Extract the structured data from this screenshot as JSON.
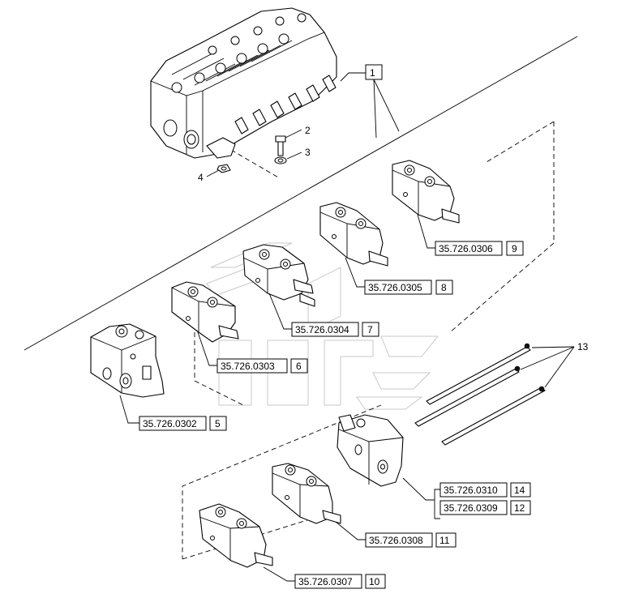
{
  "callouts": {
    "item_1": "1",
    "item_2": "2",
    "item_3": "3",
    "item_4": "4",
    "item_13": "13"
  },
  "references": [
    {
      "id": "ref-5",
      "code": "35.726.0302",
      "item": "5"
    },
    {
      "id": "ref-6",
      "code": "35.726.0303",
      "item": "6"
    },
    {
      "id": "ref-7",
      "code": "35.726.0304",
      "item": "7"
    },
    {
      "id": "ref-8",
      "code": "35.726.0305",
      "item": "8"
    },
    {
      "id": "ref-9",
      "code": "35.726.0306",
      "item": "9"
    },
    {
      "id": "ref-10",
      "code": "35.726.0307",
      "item": "10"
    },
    {
      "id": "ref-11",
      "code": "35.726.0308",
      "item": "11"
    },
    {
      "id": "ref-12",
      "code": "35.726.0309",
      "item": "12"
    },
    {
      "id": "ref-14",
      "code": "35.726.0310",
      "item": "14"
    }
  ]
}
